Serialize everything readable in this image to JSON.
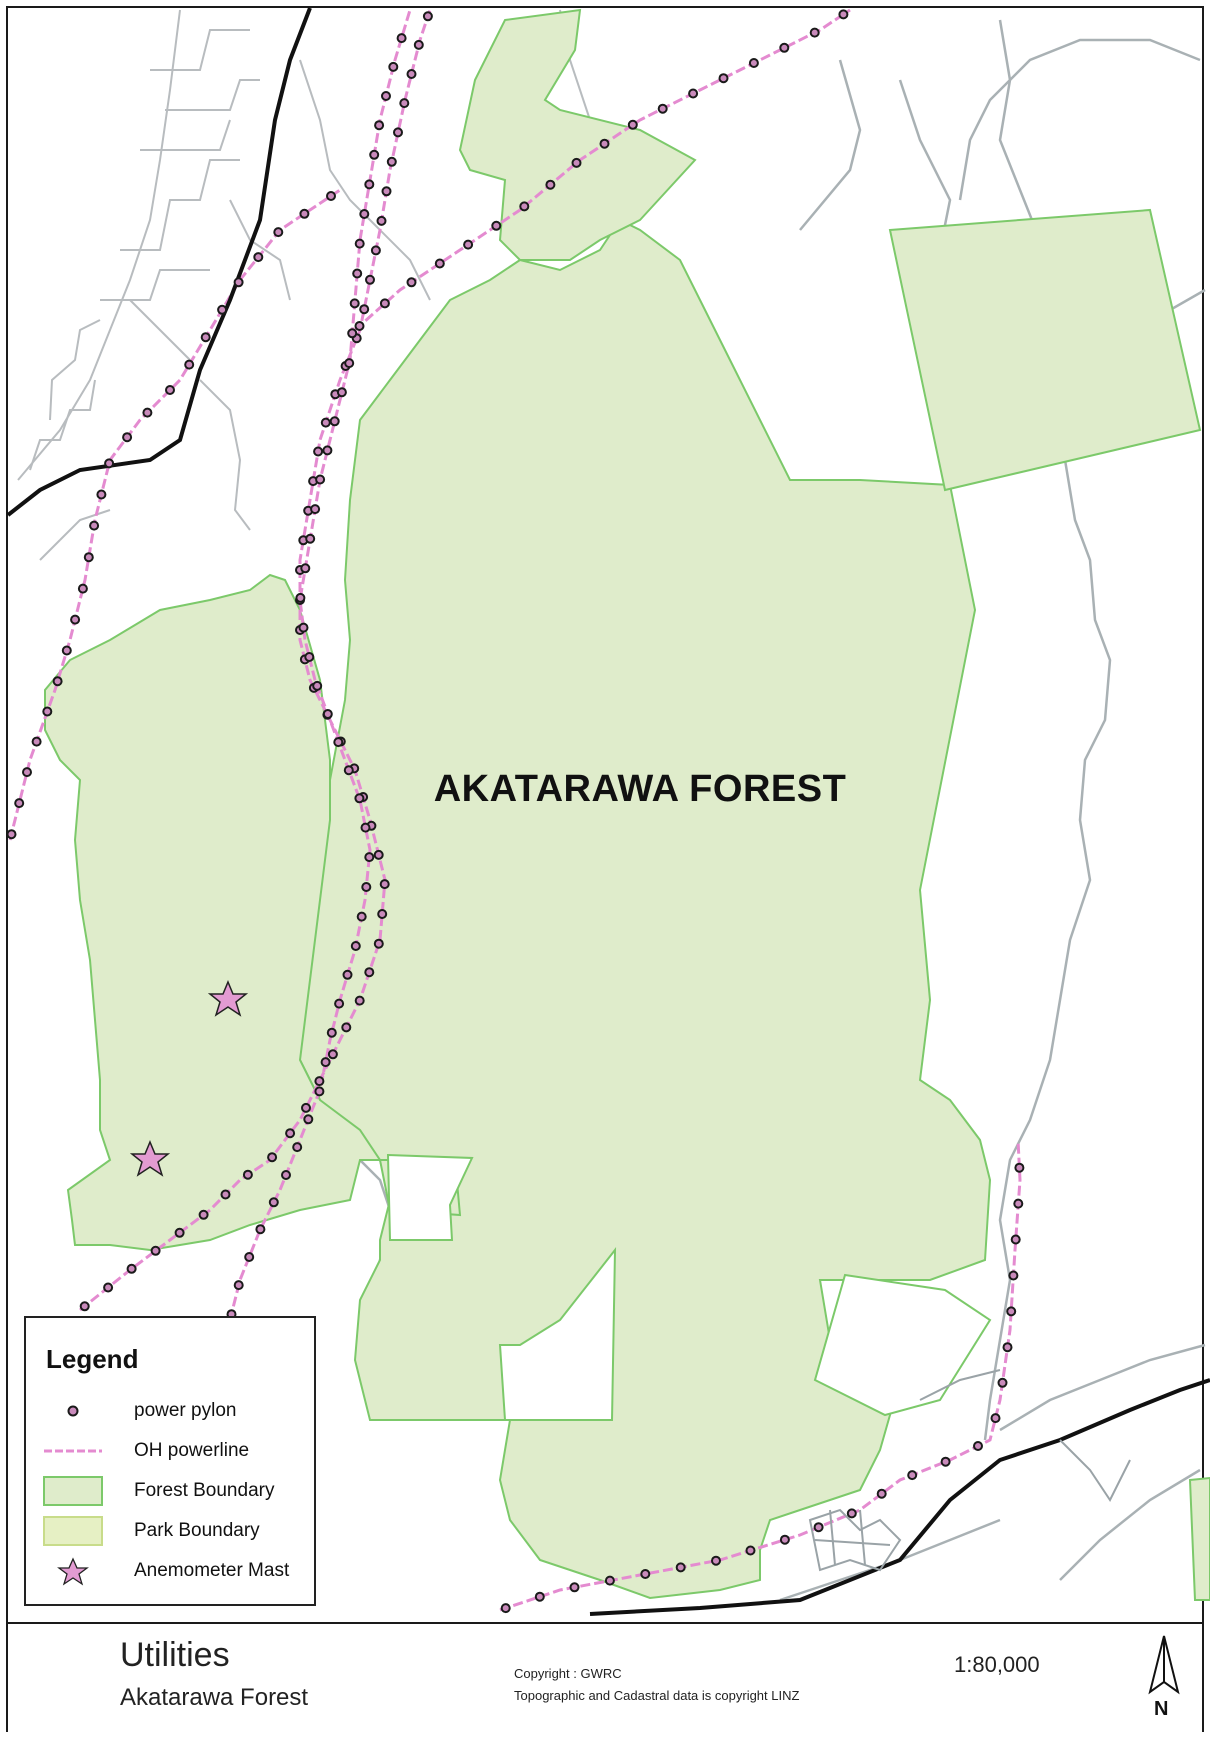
{
  "map": {
    "place_label": "AKATARAWA FOREST",
    "colors": {
      "forest_fill": "#dfeccb",
      "forest_stroke": "#7cc96a",
      "park_fill": "#e6f0c4",
      "powerline": "#e48bd0",
      "pylon_fill": "#c98abb",
      "pylon_stroke": "#1a1a1a",
      "road": "#111111",
      "river": "#a9b1b4",
      "mast": "#e39bd2"
    }
  },
  "legend": {
    "title": "Legend",
    "items": [
      {
        "symbol": "pylon-icon",
        "label": "power pylon"
      },
      {
        "symbol": "powerline-icon",
        "label": "OH powerline"
      },
      {
        "symbol": "forest-boundary-swatch",
        "label": "Forest Boundary"
      },
      {
        "symbol": "park-boundary-swatch",
        "label": "Park Boundary"
      },
      {
        "symbol": "star-icon",
        "label": "Anemometer Mast"
      }
    ]
  },
  "footer": {
    "title": "Utilities",
    "subtitle": "Akatarawa Forest",
    "copyright_1": "Copyright : GWRC",
    "copyright_2": "Topographic and Cadastral data is copyright LINZ",
    "scale": "1:80,000",
    "north_label": "N"
  }
}
